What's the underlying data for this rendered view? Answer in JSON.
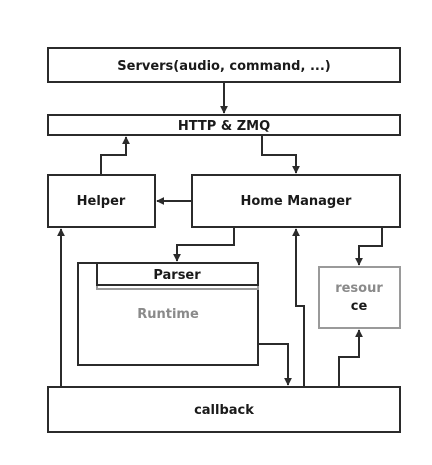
{
  "diagram": {
    "servers": "Servers(audio, command, ...)",
    "http_zmq": "HTTP & ZMQ",
    "helper": "Helper",
    "home_manager": "Home Manager",
    "parser": "Parser",
    "runtime": "Runtime",
    "resource_line1": "resour",
    "resource_line2": "ce",
    "callback": "callback"
  },
  "colors": {
    "stroke": "#2b2b2b",
    "gray": "#9a9a9a",
    "background": "#ffffff"
  }
}
